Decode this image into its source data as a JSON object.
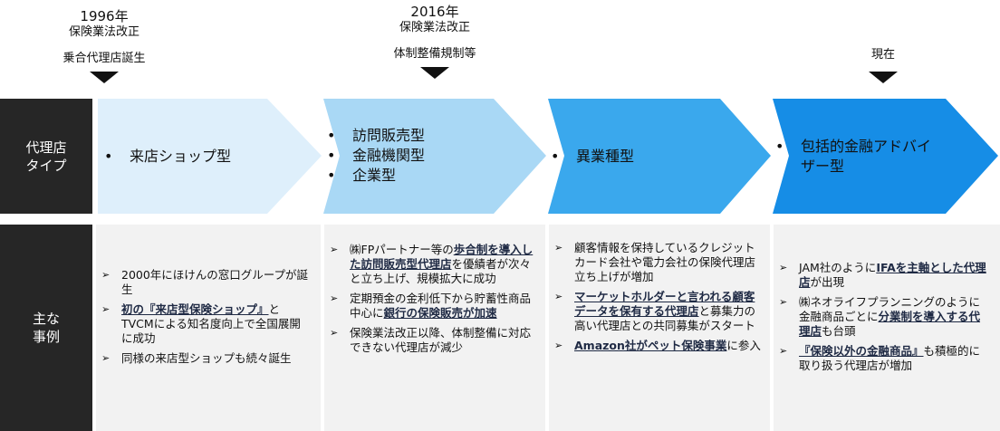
{
  "milestones": [
    {
      "lines": [
        "1996年",
        "保険業法改正",
        "",
        "乗合代理店誕生"
      ]
    },
    {
      "lines": [
        "2016年",
        "保険業法改正",
        "",
        "体制整備規制等"
      ]
    },
    {
      "lines": [
        "現在"
      ]
    }
  ],
  "row_labels": {
    "type": [
      "代理店",
      "タイプ"
    ],
    "cases": [
      "主な",
      "事例"
    ]
  },
  "colors": {
    "label_bg": "#262626",
    "stage1": "#deeffb",
    "stage2": "#a9d8f5",
    "stage3": "#3aa8ed",
    "stage4": "#168de6",
    "case_bg": "#f2f2f2"
  },
  "stages": [
    {
      "types": [
        "来店ショップ型"
      ],
      "cases": [
        [
          {
            "t": "2000年にほけんの窓口グループが誕生"
          }
        ],
        [
          {
            "t": "初の『来店型保険ショップ』",
            "hl": true
          },
          {
            "t": "とTVCMによる知名度向上で全国展開に成功"
          }
        ],
        [
          {
            "t": "同様の来店型ショップも続々誕生"
          }
        ]
      ]
    },
    {
      "types": [
        "訪問販売型",
        "金融機関型",
        "企業型"
      ],
      "cases": [
        [
          {
            "t": "㈱FPパートナー等の"
          },
          {
            "t": "歩合制を導入した訪問販売型代理店",
            "hl": true
          },
          {
            "t": "を優績者が次々と立ち上げ、規模拡大に成功"
          }
        ],
        [
          {
            "t": "定期預金の金利低下から貯蓄性商品中心に"
          },
          {
            "t": "銀行の保険販売が加速",
            "hl": true
          }
        ],
        [
          {
            "t": "保険業法改正以降、体制整備に対応できない代理店が減少"
          }
        ]
      ]
    },
    {
      "types": [
        "異業種型"
      ],
      "cases": [
        [
          {
            "t": "顧客情報を保持しているクレジットカード会社や電力会社の保険代理店立ち上げが増加"
          }
        ],
        [
          {
            "t": "マーケットホルダーと言われる顧客データを保有する代理店",
            "hl": true
          },
          {
            "t": "と募集力の高い代理店との共同募集がスタート"
          }
        ],
        [
          {
            "t": "Amazon社がペット保険事業",
            "hl": true
          },
          {
            "t": "に参入"
          }
        ]
      ]
    },
    {
      "types": [
        "包括的金融アドバイザー型"
      ],
      "cases": [
        [
          {
            "t": "JAM社のように"
          },
          {
            "t": "IFAを主軸とした代理店",
            "hl": true
          },
          {
            "t": "が出現"
          }
        ],
        [
          {
            "t": "㈱ネオライフプランニングのように金融商品ごとに"
          },
          {
            "t": "分業制を導入する代理店",
            "hl": true
          },
          {
            "t": "も台頭"
          }
        ],
        [
          {
            "t": "『保険以外の金融商品』",
            "hl": true
          },
          {
            "t": "も積極的に取り扱う代理店が増加"
          }
        ]
      ]
    }
  ]
}
